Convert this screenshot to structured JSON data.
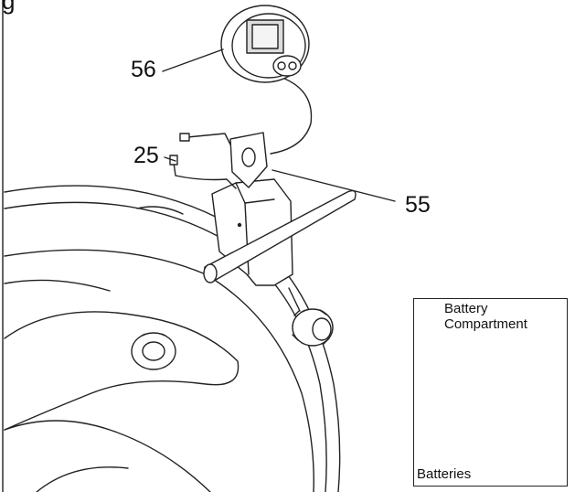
{
  "figure": {
    "corner_letter": "g",
    "callouts": [
      {
        "id": "56",
        "label": "56"
      },
      {
        "id": "25",
        "label": "25"
      },
      {
        "id": "55",
        "label": "55"
      }
    ],
    "inset": {
      "compartment_label_line1": "Battery",
      "compartment_label_line2": "Compartment",
      "batteries_label": "Batteries"
    }
  }
}
